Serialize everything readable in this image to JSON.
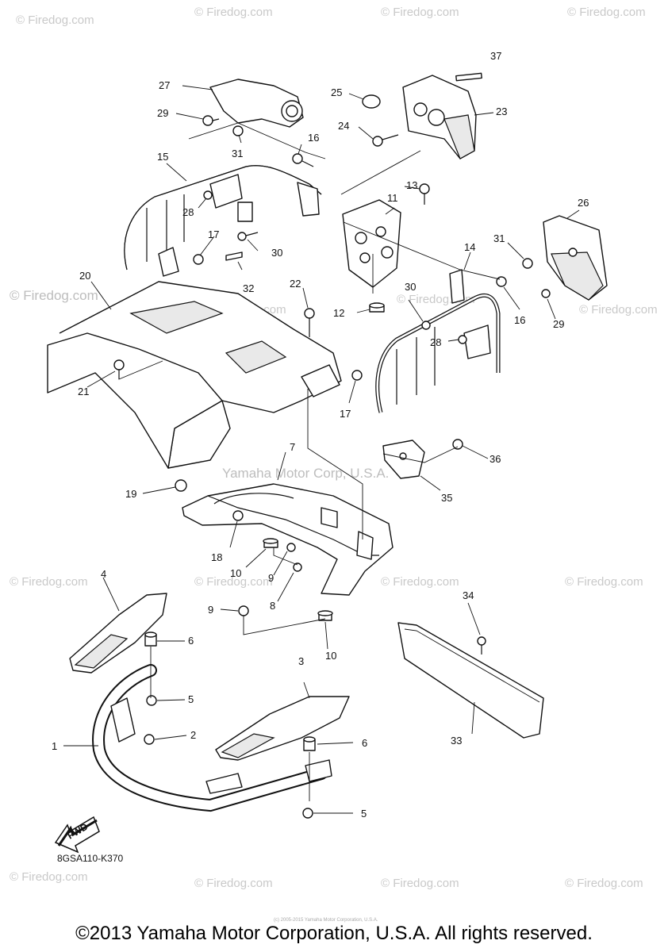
{
  "watermarks": {
    "firedog": "© Firedog.com",
    "firedog_plain": "Firedog.com",
    "yamaha": "Yamaha Motor Corp, U.S.A."
  },
  "callouts": [
    "37",
    "27",
    "25",
    "23",
    "29",
    "24",
    "31",
    "16",
    "15",
    "13",
    "11",
    "26",
    "28",
    "30",
    "17",
    "31",
    "20",
    "14",
    "32",
    "22",
    "30",
    "12",
    "16",
    "29",
    "28",
    "21",
    "17",
    "7",
    "36",
    "19",
    "35",
    "18",
    "10",
    "9",
    "8",
    "4",
    "34",
    "9",
    "6",
    "10",
    "5",
    "3",
    "33",
    "2",
    "6",
    "1",
    "5"
  ],
  "fwd_label": "FWD",
  "diagram_code": "8GSA110-K370",
  "copyright": "©2013 Yamaha Motor Corporation, U.S.A. All rights reserved.",
  "tiny_copyright": "(c) 2005-2015 Yamaha Motor Corporation, U.S.A."
}
